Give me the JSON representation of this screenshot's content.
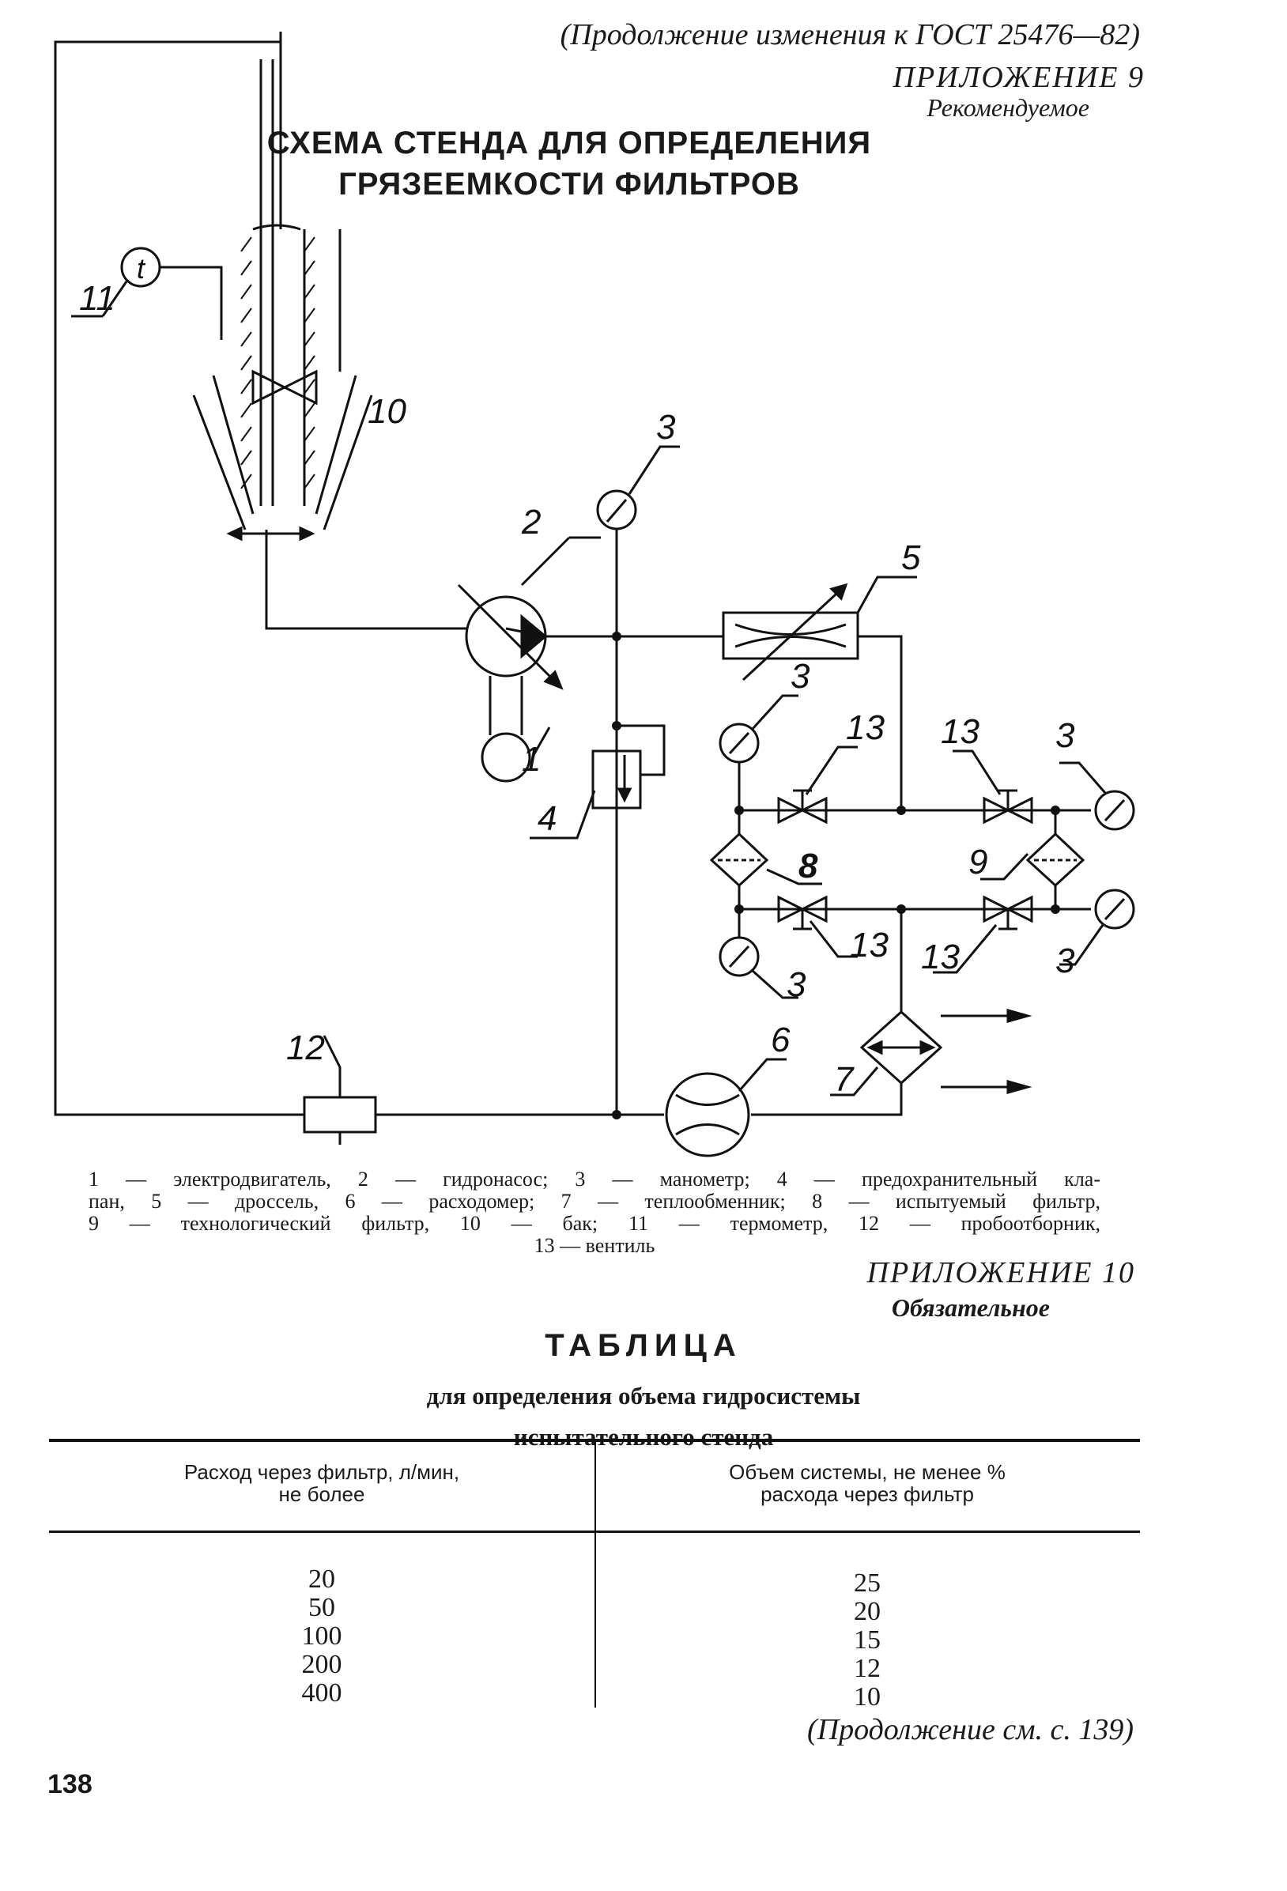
{
  "header": {
    "continuation": "(Продолжение изменения к ГОСТ 25476—82)",
    "appendix9_title": "ПРИЛОЖЕНИЕ 9",
    "appendix9_subtitle": "Рекомендуемое"
  },
  "scheme": {
    "title_line1": "СХЕМА СТЕНДА ДЛЯ ОПРЕДЕЛЕНИЯ",
    "title_line2": "ГРЯЗЕЕМКОСТИ ФИЛЬТРОВ",
    "thermometer_symbol": "t",
    "labels": {
      "l1": "1",
      "l2": "2",
      "l3": "3",
      "l4": "4",
      "l5": "5",
      "l6": "6",
      "l7": "7",
      "l8": "8",
      "l9": "9",
      "l10": "10",
      "l11": "11",
      "l12": "12",
      "l13": "13"
    }
  },
  "legend": {
    "line1": "1 — электродвигатель, 2 — гидронасос; 3 — манометр; 4 — предохранительный кла-",
    "line2": "пан, 5 — дроссель, 6 — расходомер; 7 — теплообменник; 8 — испытуемый фильтр,",
    "line3": "9 — технологический фильтр, 10 — бак; 11 — термометр, 12 — пробоотборник,",
    "line4": "13 — вентиль"
  },
  "appendix10": {
    "title": "ПРИЛОЖЕНИЕ 10",
    "subtitle": "Обязательное"
  },
  "table": {
    "title": "ТАБЛИЦА",
    "subtitle_line1": "для определения объема гидросистемы",
    "subtitle_line2": "испытательного стенда",
    "col1_header_line1": "Расход через фильтр, л/мин,",
    "col1_header_line2": "не более",
    "col2_header_line1": "Объем системы, не менее %",
    "col2_header_line2": "расхода через фильтр",
    "rows": [
      {
        "flow": "20",
        "volume": "25"
      },
      {
        "flow": "50",
        "volume": "20"
      },
      {
        "flow": "100",
        "volume": "15"
      },
      {
        "flow": "200",
        "volume": "12"
      },
      {
        "flow": "400",
        "volume": "10"
      }
    ]
  },
  "footer": {
    "continuation": "(Продолжение см. с. 139)",
    "page_number": "138"
  }
}
